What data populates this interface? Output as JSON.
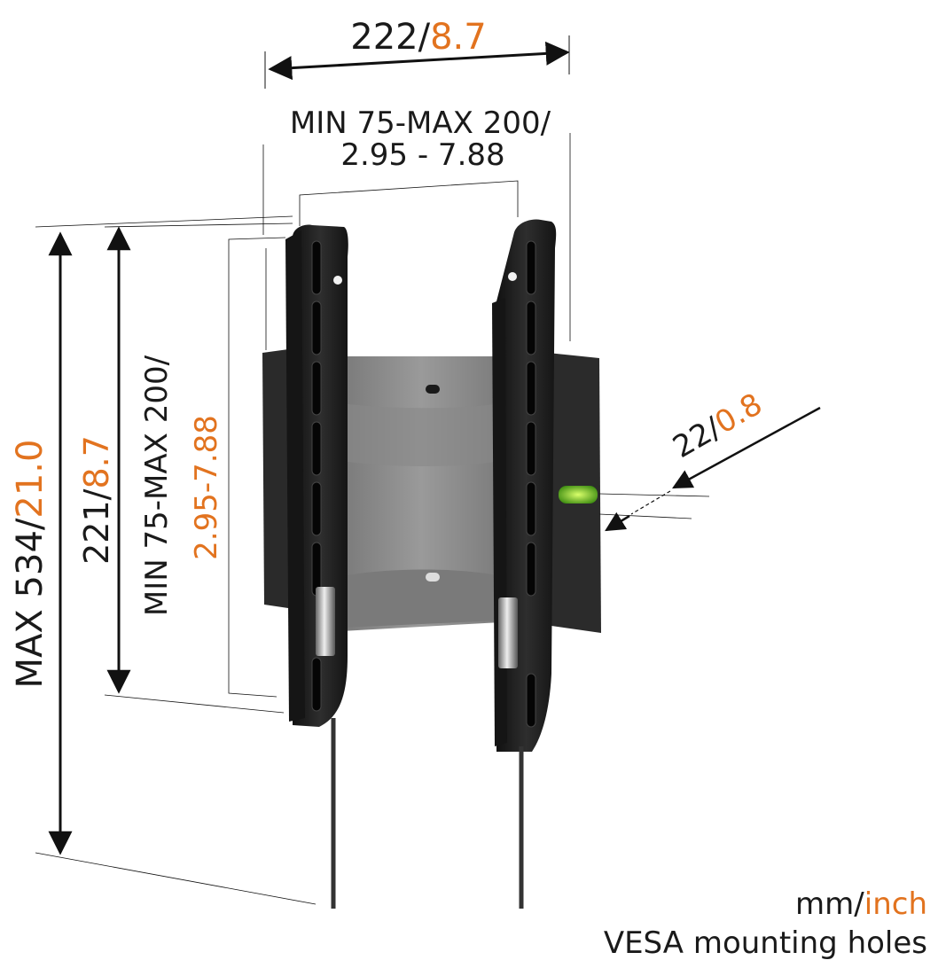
{
  "dimensions": {
    "width": {
      "mm": "222",
      "sep": "/",
      "inch": "8.7"
    },
    "vesa_h": {
      "line1": "MIN 75-MAX 200/",
      "line2": "2.95 - 7.88"
    },
    "height_max": {
      "mm": "MAX 534/",
      "inch": "21.0"
    },
    "height_plate": {
      "mm": "221/",
      "inch": "8.7"
    },
    "vesa_v": {
      "line1": "MIN 75-MAX 200/",
      "line2": "2.95-7.88"
    },
    "depth": {
      "mm": "22/",
      "inch": "0.8"
    }
  },
  "legend": {
    "units_mm": "mm/",
    "units_inch": "inch",
    "caption": "VESA mounting holes"
  },
  "colors": {
    "text": "#1a1a1a",
    "accent": "#e2731f",
    "bracket": "#202020",
    "plate": "#8a8a8a",
    "level": "#9ad31c"
  }
}
